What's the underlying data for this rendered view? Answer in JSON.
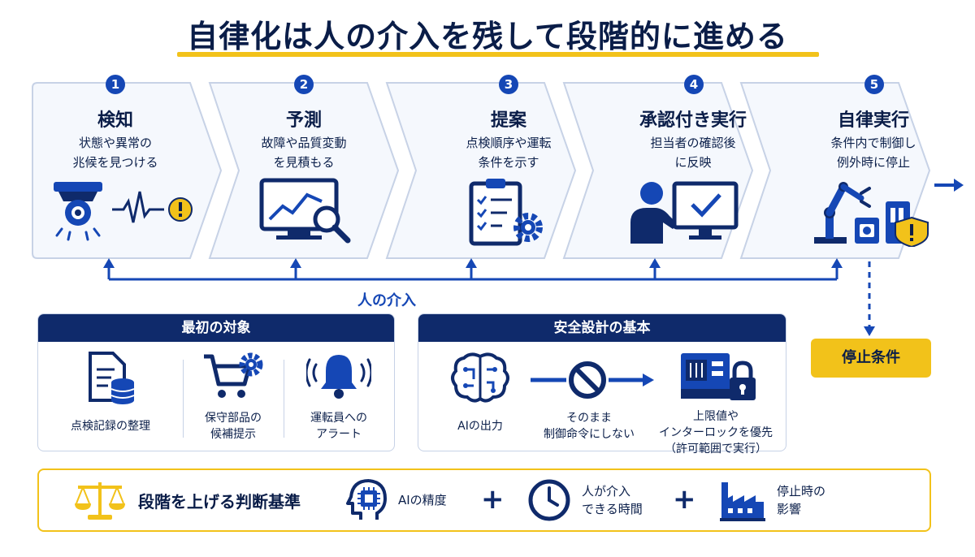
{
  "title": "自律化は人の介入を残して段階的に進める",
  "steps": [
    {
      "num": "1",
      "title": "検知",
      "desc": [
        "状態や異常の",
        "兆候を見つける"
      ],
      "icon": "camera-alert-icon"
    },
    {
      "num": "2",
      "title": "予測",
      "desc": [
        "故障や品質変動",
        "を見積もる"
      ],
      "icon": "monitor-magnifier-icon"
    },
    {
      "num": "3",
      "title": "提案",
      "desc": [
        "点検順序や運転",
        "条件を示す"
      ],
      "icon": "checklist-gear-icon"
    },
    {
      "num": "4",
      "title": "承認付き実行",
      "desc": [
        "担当者の確認後",
        "に反映"
      ],
      "icon": "person-approval-icon"
    },
    {
      "num": "5",
      "title": "自律実行",
      "desc": [
        "条件内で制御し",
        "例外時に停止"
      ],
      "icon": "robot-arm-shield-icon"
    }
  ],
  "human_intervention": "人の介入",
  "stop_condition": "停止条件",
  "first_targets": {
    "header": "最初の対象",
    "items": [
      {
        "label": [
          "点検記録の整理"
        ],
        "icon": "document-database-icon"
      },
      {
        "label": [
          "保守部品の",
          "候補提示"
        ],
        "icon": "cart-gear-icon"
      },
      {
        "label": [
          "運転員への",
          "アラート"
        ],
        "icon": "bell-icon"
      }
    ]
  },
  "safety": {
    "header": "安全設計の基本",
    "items": [
      {
        "label": [
          "AIの出力"
        ],
        "icon": "brain-circuit-icon"
      },
      {
        "label": [
          "そのまま",
          "制御命令にしない"
        ],
        "icon": "prohibited-icon"
      },
      {
        "label": [
          "上限値や",
          "インターロックを優先",
          "（許可範囲で実行）"
        ],
        "icon": "controller-lock-icon"
      }
    ]
  },
  "criteria": {
    "title": "段階を上げる判断基準",
    "items": [
      {
        "label": [
          "AIの精度"
        ],
        "icon": "head-chip-icon"
      },
      {
        "label": [
          "人が介入",
          "できる時間"
        ],
        "icon": "clock-icon"
      },
      {
        "label": [
          "停止時の",
          "影響"
        ],
        "icon": "factory-icon"
      }
    ],
    "plus": "+"
  },
  "colors": {
    "navy": "#0f2a6b",
    "blue": "#1547b5",
    "yellow": "#f2c21a",
    "panel_border": "#c7d2e6",
    "step_fill": "#f5f8fd"
  }
}
